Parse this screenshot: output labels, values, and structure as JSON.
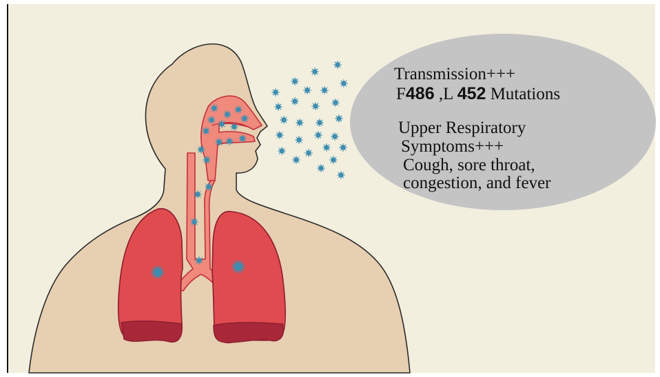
{
  "colors": {
    "background": "#f2efdf",
    "skin": "#e7cfb1",
    "skin_outline": "#2a2a2a",
    "lung": "#e04b4f",
    "lung_dark": "#a8283a",
    "airway": "#f08a7d",
    "airway_edge": "#c2303a",
    "bubble": "#c4c4c4",
    "virus": "#3d8db0"
  },
  "icons": {
    "virus": "virus-particle-icon"
  },
  "bubble": {
    "line1": "Transmission+++",
    "mutations": {
      "prefix_f": "F",
      "f_number": "486",
      "middle": " ,L ",
      "l_number": "452",
      "suffix": " Mutations"
    },
    "symptoms": [
      "Upper Respiratory",
      "Symptoms+++",
      "Cough, sore throat,",
      "congestion, and fever"
    ]
  }
}
